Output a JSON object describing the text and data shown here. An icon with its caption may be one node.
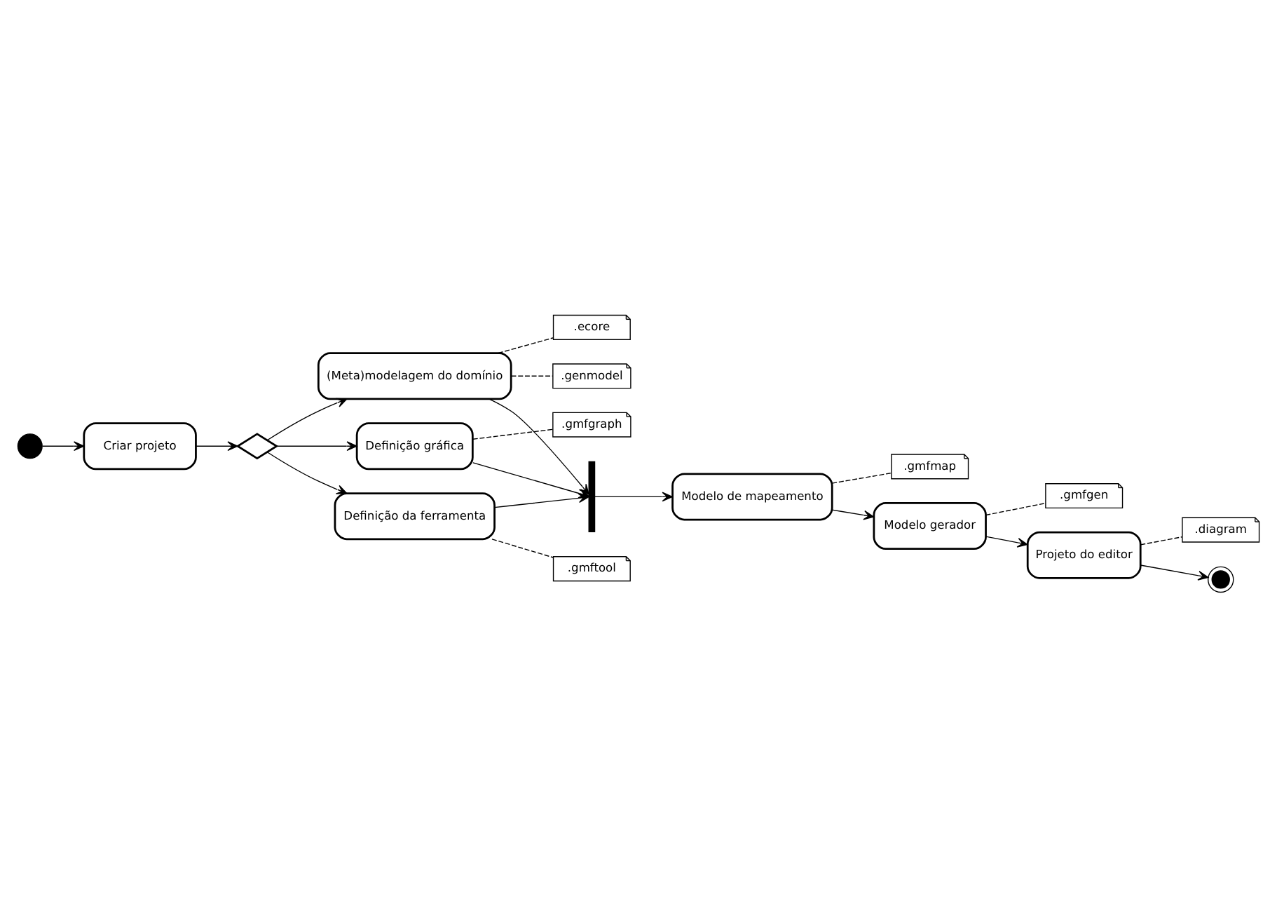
{
  "diagram": {
    "nodes": [
      {
        "text": [],
        "shape": "circle"
      },
      {
        "text": [
          "Criar projeto"
        ]
      },
      {
        "text": [],
        "shape": "diamond"
      },
      {
        "text": [
          "(Meta)modelagem do domínio"
        ]
      },
      {
        "text": [
          "Definição gráfica"
        ]
      },
      {
        "text": [
          "Definição da ferramenta"
        ]
      },
      {
        "text": [
          ".genmodel"
        ]
      },
      {
        "text": [
          ".ecore"
        ]
      },
      {
        "text": [
          ".gmfgraph"
        ]
      },
      {
        "text": [
          ".gmftool"
        ]
      },
      {
        "text": [],
        "shape": "bar"
      },
      {
        "text": [
          "Modelo de mapeamento"
        ]
      },
      {
        "text": [
          ".gmfmap"
        ]
      },
      {
        "text": [
          "Modelo gerador"
        ]
      },
      {
        "text": [
          ".gmfgen"
        ]
      },
      {
        "text": [
          "Projeto do editor"
        ]
      },
      {
        "text": [
          ".diagram"
        ]
      },
      {
        "text": [],
        "shape": "circle"
      }
    ],
    "edges": [
      {
        "from": 0,
        "to": 1,
        "arrow": "to"
      },
      {
        "from": 1,
        "to": 2,
        "arrow": "to"
      },
      {
        "from": 2,
        "to": 3,
        "arrow": "to"
      },
      {
        "from": 2,
        "to": 4,
        "arrow": "to"
      },
      {
        "from": 2,
        "to": 5,
        "arrow": "to"
      },
      {
        "from": 3,
        "to": 6,
        "arrow": "none",
        "style": "dashed"
      },
      {
        "from": 3,
        "to": 7,
        "arrow": "none",
        "style": "dashed"
      },
      {
        "from": 4,
        "to": 8,
        "arrow": "none",
        "style": "dashed"
      },
      {
        "from": 5,
        "to": 9,
        "arrow": "none",
        "style": "dashed"
      },
      {
        "from": 3,
        "to": 10,
        "arrow": "to"
      },
      {
        "from": 4,
        "to": 10,
        "arrow": "to"
      },
      {
        "from": 5,
        "to": 10,
        "arrow": "to"
      },
      {
        "from": 10,
        "to": 11,
        "arrow": "to"
      },
      {
        "from": 11,
        "to": 12,
        "arrow": "none",
        "style": "dashed"
      },
      {
        "from": 11,
        "to": 13,
        "arrow": "to"
      },
      {
        "from": 13,
        "to": 14,
        "arrow": "none",
        "style": "dashed"
      },
      {
        "from": 13,
        "to": 15,
        "arrow": "to"
      },
      {
        "from": 15,
        "to": 16,
        "arrow": "none",
        "style": "dashed"
      },
      {
        "from": 15,
        "to": 17,
        "arrow": "to"
      }
    ]
  }
}
